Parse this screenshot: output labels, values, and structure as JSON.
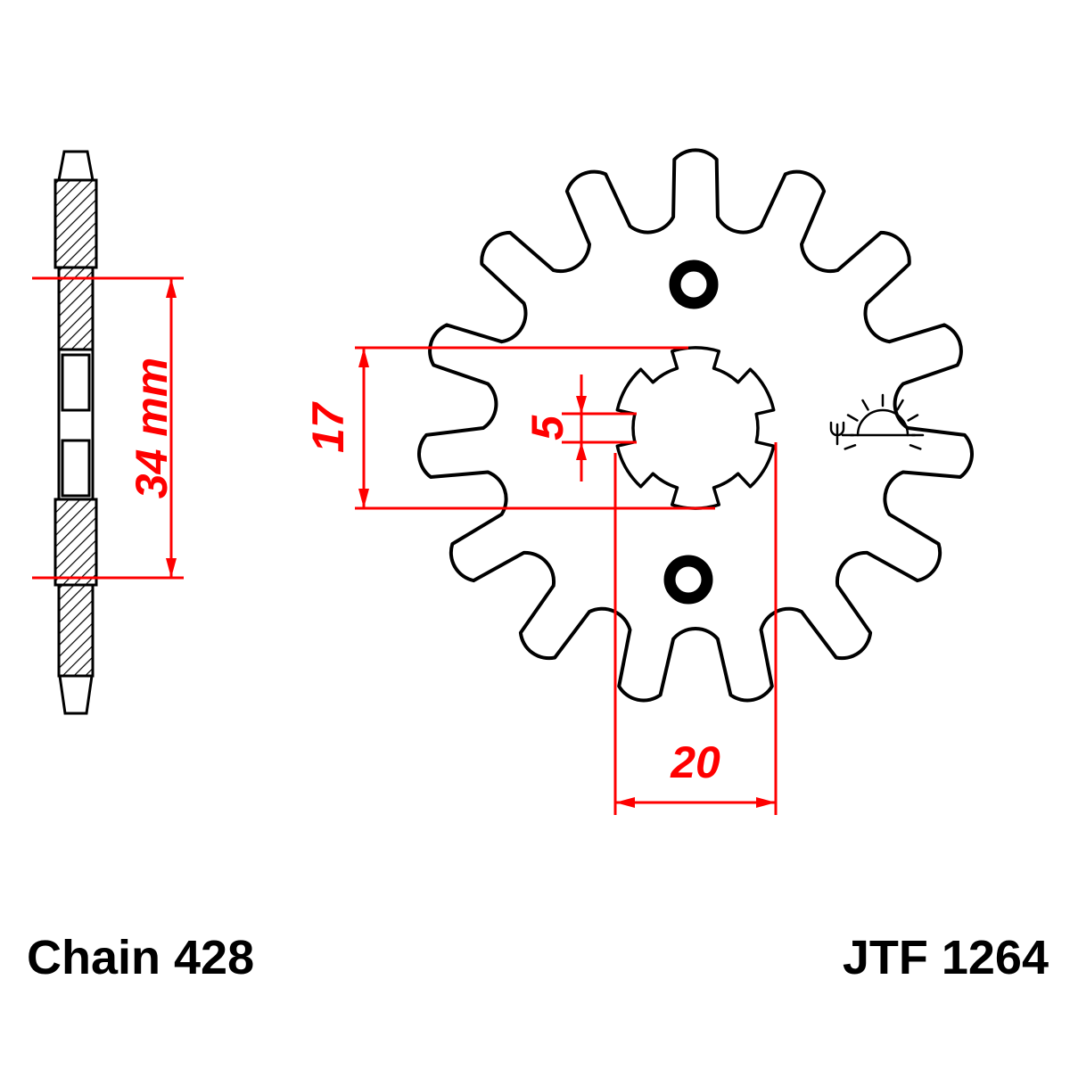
{
  "part": {
    "chain_label": "Chain 428",
    "part_number": "JTF 1264"
  },
  "dimensions": {
    "hub_length": "34 mm",
    "bore_diameter": "17",
    "spline_width": "5",
    "spline_outer_diameter": "20"
  },
  "drawing": {
    "teeth_count": 15,
    "line_color": "#000000",
    "dimension_color": "#fe0000",
    "background_color": "#ffffff"
  }
}
